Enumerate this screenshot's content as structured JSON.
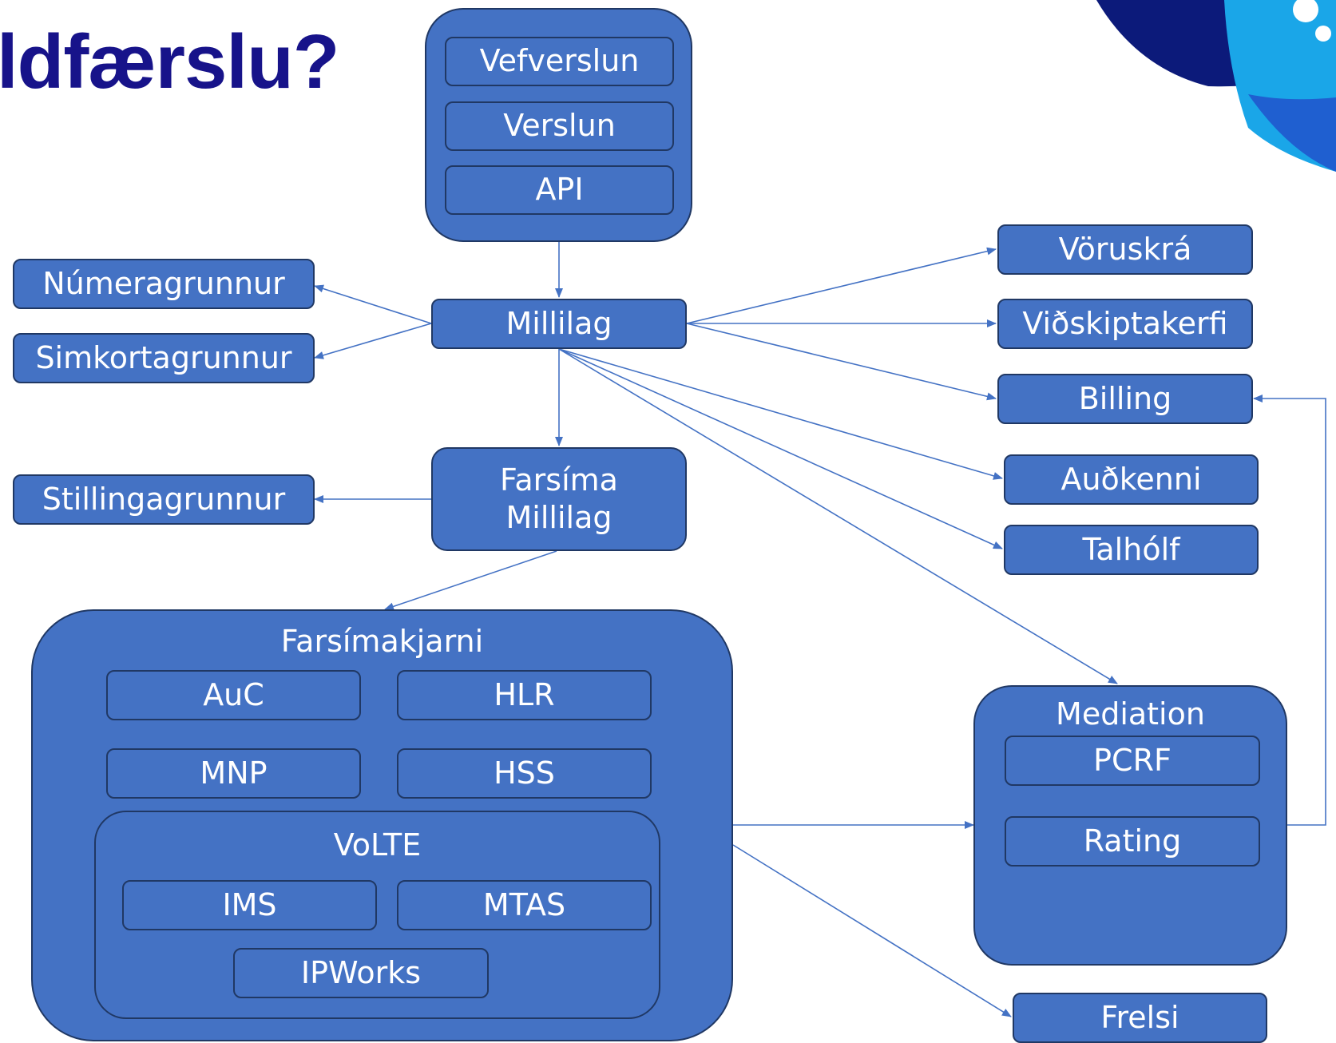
{
  "slide": {
    "title": "ldfærslu?"
  },
  "diagram": {
    "nodes": {
      "vefverslun": "Vefverslun",
      "verslun": "Verslun",
      "api": "API",
      "millilag": "Millilag",
      "numeragrunnur": "Númeragrunnur",
      "simkortagrunnur": "Simkortagrunnur",
      "stillingagrunnur": "Stillingagrunnur",
      "farsima_line1": "Farsíma",
      "farsima_line2": "Millilag",
      "voruskra": "Vöruskrá",
      "vidskiptakerfi": "Viðskiptakerfi",
      "billing": "Billing",
      "audkenni": "Auðkenni",
      "talholf": "Talhólf",
      "farsimakjarni": "Farsímakjarni",
      "auc": "AuC",
      "hlr": "HLR",
      "mnp": "MNP",
      "hss": "HSS",
      "volte": "VoLTE",
      "ims": "IMS",
      "mtas": "MTAS",
      "ipworks": "IPWorks",
      "mediation": "Mediation",
      "pcrf": "PCRF",
      "rating": "Rating",
      "frelsi": "Frelsi"
    },
    "colors": {
      "box_fill": "#4472c4",
      "box_border": "#203864",
      "connector": "#4472c4",
      "title": "#17138a"
    },
    "connections": [
      {
        "from": "web-channels",
        "to": "millilag"
      },
      {
        "from": "millilag",
        "to": "numeragrunnur"
      },
      {
        "from": "millilag",
        "to": "simkortagrunnur"
      },
      {
        "from": "millilag",
        "to": "farsima-millilag"
      },
      {
        "from": "millilag",
        "to": "voruskra"
      },
      {
        "from": "millilag",
        "to": "vidskiptakerfi"
      },
      {
        "from": "millilag",
        "to": "billing"
      },
      {
        "from": "millilag",
        "to": "audkenni"
      },
      {
        "from": "millilag",
        "to": "talholf"
      },
      {
        "from": "millilag",
        "to": "mediation"
      },
      {
        "from": "farsima-millilag",
        "to": "stillingagrunnur"
      },
      {
        "from": "farsima-millilag",
        "to": "farsimakjarni"
      },
      {
        "from": "farsimakjarni",
        "to": "mediation"
      },
      {
        "from": "farsimakjarni",
        "to": "frelsi"
      },
      {
        "from": "mediation",
        "to": "billing"
      }
    ]
  }
}
